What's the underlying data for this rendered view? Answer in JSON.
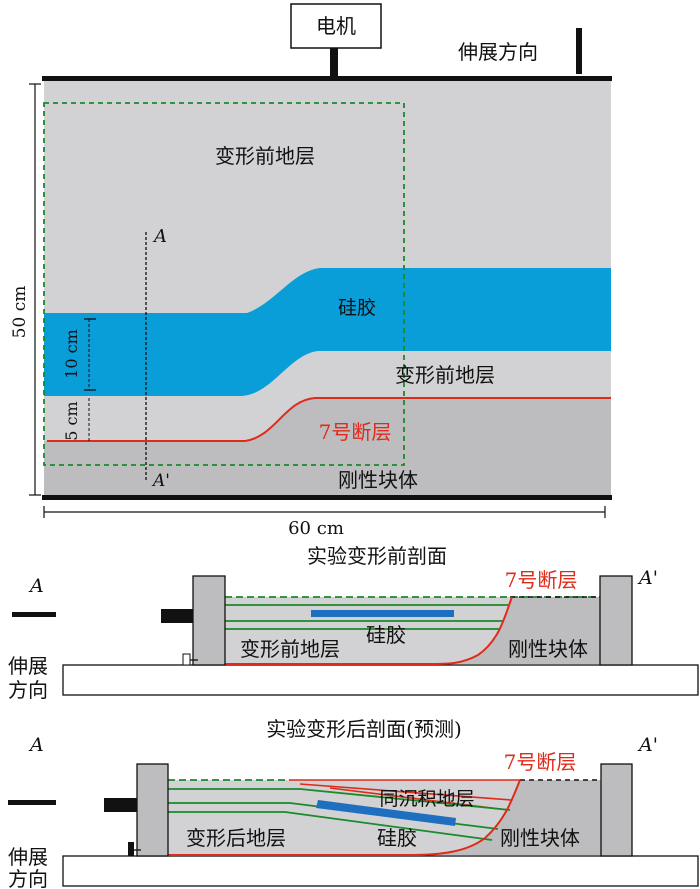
{
  "plan_view": {
    "motor_label": "电机",
    "extension_direction": "伸展方向",
    "pre_deformation_strata_top": "变形前地层",
    "silicone_label": "硅胶",
    "pre_deformation_strata_mid": "变形前地层",
    "fault_label": "7号断层",
    "rigid_block_label": "刚性块体",
    "section_A": "A",
    "section_A_prime": "A'",
    "width_label": "60 cm",
    "height_label": "50 cm",
    "dim_10cm": "10 cm",
    "dim_5cm": "5 cm"
  },
  "section_before": {
    "title": "实验变形前剖面",
    "label_A": "A",
    "label_A_prime": "A'",
    "fault_label": "7号断层",
    "strata_label": "变形前地层",
    "silicone_label": "硅胶",
    "rigid_block_label": "刚性块体",
    "extension_direction_1": "伸展",
    "extension_direction_2": "方向"
  },
  "section_after": {
    "title": "实验变形后剖面(预测)",
    "label_A": "A",
    "label_A_prime": "A'",
    "fault_label": "7号断层",
    "syn_strata_label": "同沉积地层",
    "strata_label": "变形后地层",
    "silicone_label": "硅胶",
    "rigid_block_label": "刚性块体",
    "extension_direction_1": "伸展",
    "extension_direction_2": "方向"
  },
  "colors": {
    "strata": "#d2d2d4",
    "rigid_block": "#bdbdbf",
    "silicone": "#0a9ed9",
    "fault": "#e02a1a",
    "green_line": "#1a8a2a"
  }
}
